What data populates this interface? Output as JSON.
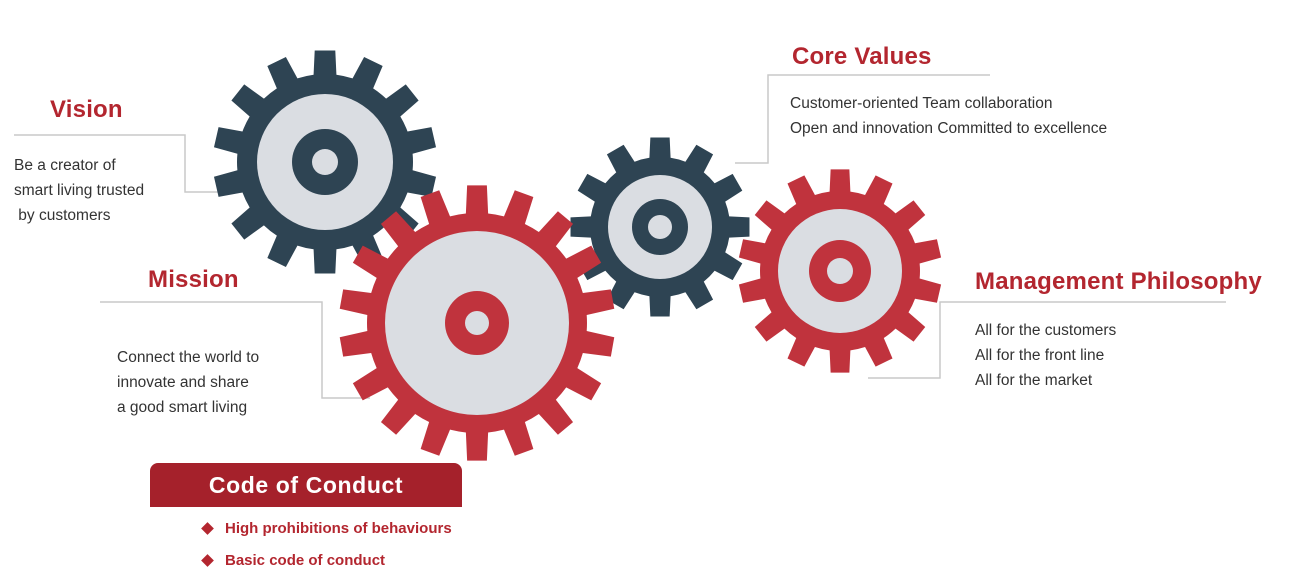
{
  "sections": {
    "vision": {
      "title": "Vision",
      "lines": [
        "Be a creator of",
        "smart living trusted",
        " by customers"
      ]
    },
    "mission": {
      "title": "Mission",
      "lines": [
        "Connect the world to",
        "innovate and share",
        "a good smart living"
      ]
    },
    "core_values": {
      "title": "Core Values",
      "lines": [
        "Customer-oriented Team collaboration",
        "Open and innovation Committed to excellence"
      ]
    },
    "management_philosophy": {
      "title": "Management Philosophy",
      "lines": [
        "All for the customers",
        "All for the front line",
        "All for the market"
      ]
    }
  },
  "code_of_conduct": {
    "title": "Code of Conduct",
    "items": [
      "High prohibitions of behaviours",
      "Basic code of conduct"
    ]
  },
  "colors": {
    "red": "#c0333d",
    "dark_teal": "#2e4453",
    "gear_face": "#dadde2",
    "leader_line": "#c9c9c9",
    "title_red": "#b3262f"
  }
}
